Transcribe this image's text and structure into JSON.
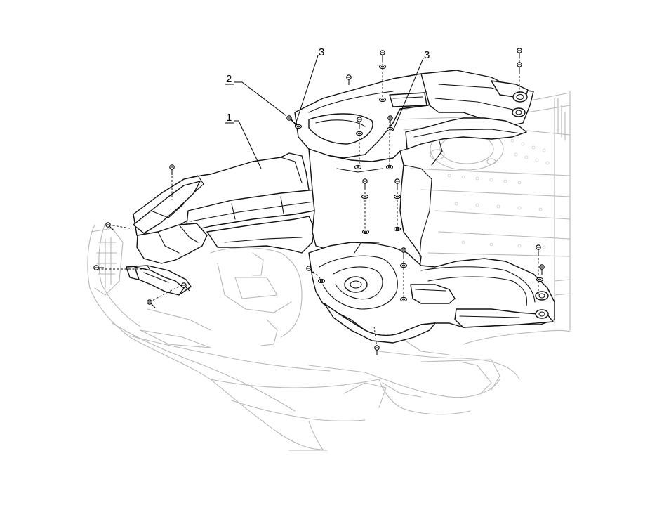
{
  "diagram": {
    "callouts": [
      {
        "id": "c1",
        "label": "1"
      },
      {
        "id": "c2",
        "label": "2"
      },
      {
        "id": "c3a",
        "label": "3"
      },
      {
        "id": "c3b",
        "label": "3"
      }
    ]
  },
  "icons": {
    "fastener": "screw-icon",
    "washer": "washer-icon"
  },
  "colors": {
    "part_outline": "#111111",
    "ghost_outline": "#b9b9b9",
    "background": "#ffffff"
  }
}
